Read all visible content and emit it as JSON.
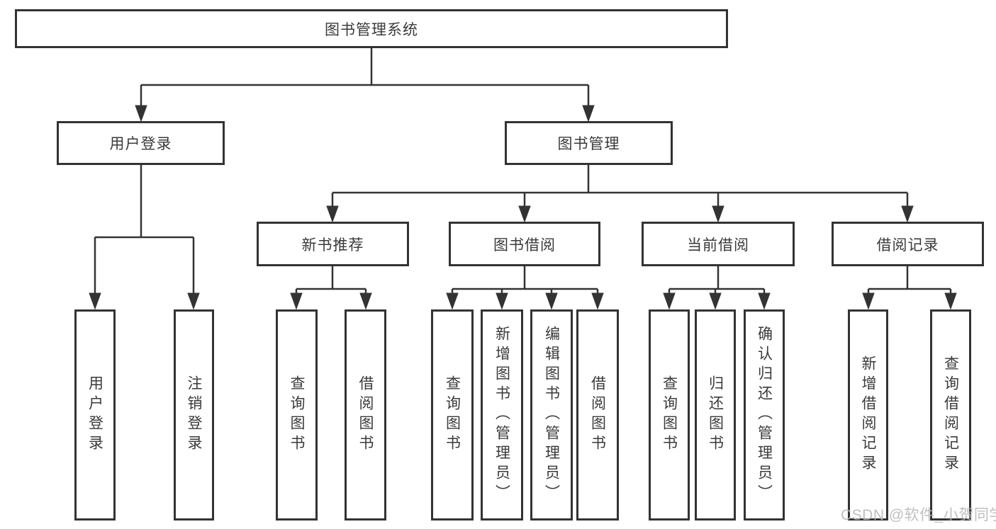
{
  "diagram_title": "图书管理系统",
  "nodes": {
    "root": "图书管理系统",
    "level2": {
      "user_login": "用户登录",
      "book_management": "图书管理"
    },
    "level3": {
      "new_book_recommend": "新书推荐",
      "book_borrowing": "图书借阅",
      "current_borrowing": "当前借阅",
      "borrowing_records": "借阅记录"
    },
    "leaves": {
      "user_login": "用户登录",
      "logout": "注销登录",
      "recommend_query_book": "查询图书",
      "recommend_borrow_book": "借阅图书",
      "borrowing_query_book": "查询图书",
      "borrowing_add_book": "新增图书（管理员）",
      "borrowing_edit_book": "编辑图书（管理员）",
      "borrowing_borrow_book": "借阅图书",
      "current_query_book": "查询图书",
      "current_return_book": "归还图书",
      "current_confirm_return": "确认归还（管理员）",
      "records_add_record": "新增借阅记录",
      "records_query_record": "查询借阅记录"
    }
  },
  "watermark": "CSDN @软件_小贺同学",
  "colors": {
    "line": "#333333",
    "text": "#3a3a3a",
    "background": "#ffffff",
    "watermark": "#b9b9b9"
  }
}
